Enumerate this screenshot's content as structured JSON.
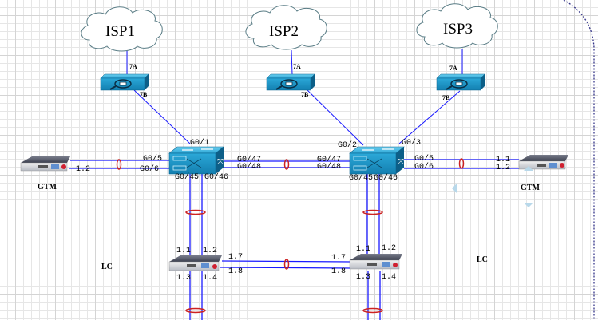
{
  "diagram": {
    "clouds": [
      {
        "id": "isp1",
        "label": "ISP1"
      },
      {
        "id": "isp2",
        "label": "ISP2"
      },
      {
        "id": "isp3",
        "label": "ISP3"
      }
    ],
    "isp_devices": [
      {
        "id": "isp1-dev",
        "port_top": "7A",
        "port_bottom": "7B"
      },
      {
        "id": "isp2-dev",
        "port_top": "7A",
        "port_bottom": "7B"
      },
      {
        "id": "isp3-dev",
        "port_top": "7A",
        "port_bottom": "7B"
      }
    ],
    "switches": [
      {
        "id": "sw1",
        "uplink": "G0/1",
        "left_top": "G0/5",
        "left_bottom": "G0/6",
        "right_top": "G0/47",
        "right_bottom": "G0/48",
        "down_left": "G0/45",
        "down_right": "G0/46"
      },
      {
        "id": "sw2",
        "uplink_left": "G0/2",
        "uplink_right": "G0/3",
        "left_top": "G0/47",
        "left_bottom": "G0/48",
        "right_top": "G0/5",
        "right_bottom": "G0/6",
        "down_left": "G0/45",
        "down_right": "G0/46"
      }
    ],
    "gtm_left": {
      "label": "GTM",
      "port": "1.2"
    },
    "gtm_right": {
      "label": "GTM",
      "port_top": "1.1",
      "port_bottom": "1.2"
    },
    "lc_left": {
      "label": "LC",
      "p11": "1.1",
      "p12": "1.2",
      "p13": "1.3",
      "p14": "1.4",
      "p17": "1.7",
      "p18": "1.8"
    },
    "lc_right": {
      "label": "LC",
      "p11": "1.1",
      "p12": "1.2",
      "p13": "1.3",
      "p14": "1.4",
      "p17": "1.7",
      "p18": "1.8"
    },
    "colors": {
      "link": "#1a1aff",
      "lag": "#cc2222",
      "device": "#1e9cc8",
      "grid": "#d4d4d4"
    }
  }
}
